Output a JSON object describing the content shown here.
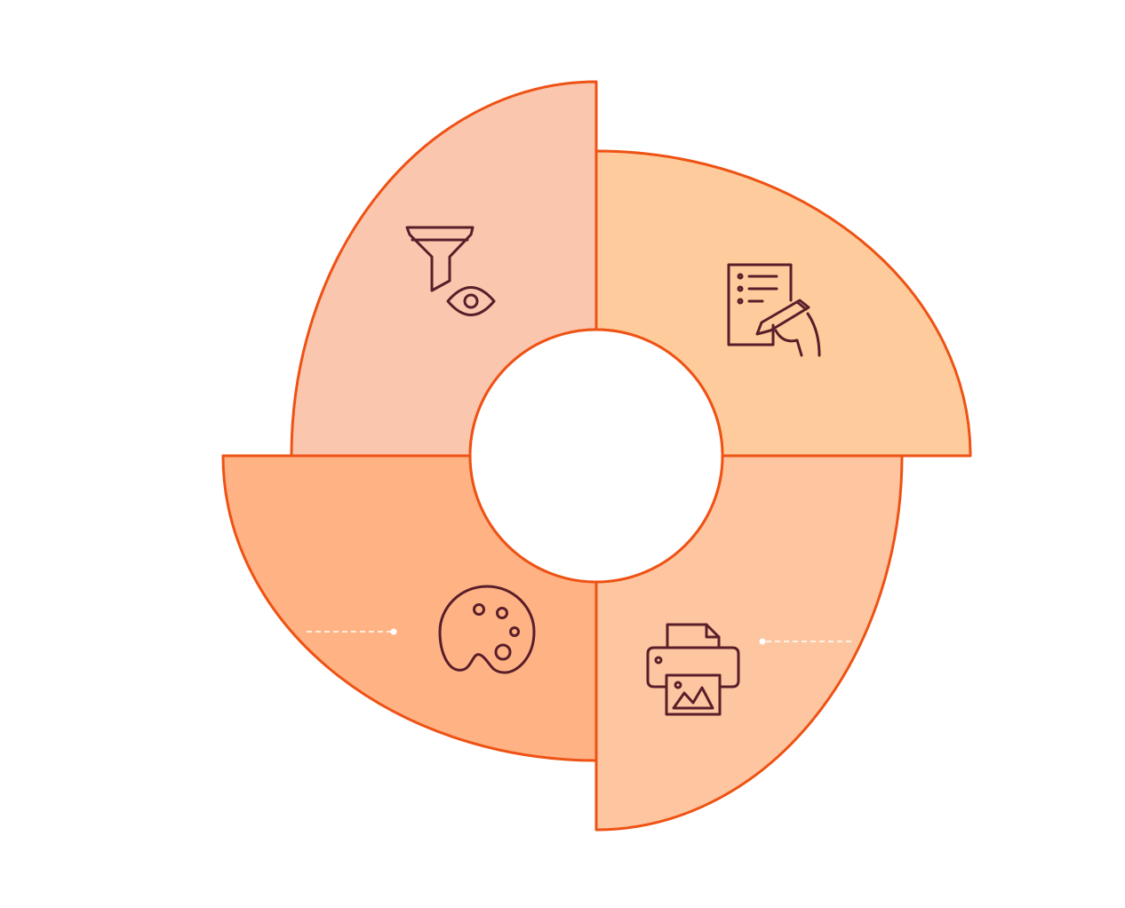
{
  "diagram": {
    "type": "cycle-quadrants",
    "colors": {
      "outline": "#EE5214",
      "icon": "#5A1E2A",
      "quadrant_top_left": "#FBC6AE",
      "quadrant_top_right": "#FECC9C",
      "quadrant_bottom_right": "#FEC6A0",
      "quadrant_bottom_left": "#FFB385",
      "center": "#FFFFFF",
      "connector": "#FFFFFF"
    },
    "quadrants": [
      {
        "id": "top-left",
        "icon": "funnel-eye-icon"
      },
      {
        "id": "top-right",
        "icon": "checklist-writing-hand-icon"
      },
      {
        "id": "bottom-right",
        "icon": "printer-image-icon"
      },
      {
        "id": "bottom-left",
        "icon": "paint-palette-icon"
      }
    ]
  }
}
